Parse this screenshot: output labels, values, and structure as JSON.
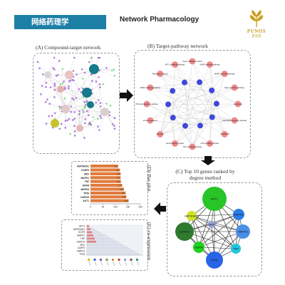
{
  "header": {
    "badge": "网络药理学",
    "title": "Network Pharmacology"
  },
  "logo": {
    "name": "PUNOS",
    "sub": "普诺思"
  },
  "panels": {
    "a_title": "(A) Compound-target network",
    "b_title": "(B) Target-pathway network",
    "c_title": "(C) Top 10 genes ranked by degree method",
    "d_title": "(D) Bar plot",
    "e_title": "(E) co-expression"
  },
  "pathways": [
    "Type II diabetes mellitus",
    "cAMP signaling pathway",
    "MAPK signaling pathway",
    "Rap1 signaling pathway",
    "Apoptosis",
    "Chemokine signaling pathway",
    "Hepatitis B",
    "p53 signaling pathway",
    "TNF signaling pathway",
    "Serotonergic synapse",
    "Measles",
    "Insulin resistance",
    "PI3K-Akt signaling pathway",
    "AMPK signaling pathway",
    "Pathways in cancer",
    "HIF-1 signaling pathway"
  ],
  "genes_c": [
    "AKT1",
    "HSP90AA1",
    "MAPK1",
    "GAPDH",
    "CASP3",
    "MAPK3",
    "EGFR",
    "TNF",
    "TP53"
  ],
  "chart_data": {
    "type": "bar",
    "orientation": "horizontal",
    "categories": [
      "HSP90AA1",
      "CASP3",
      "SRC",
      "MAPK1",
      "TNF",
      "EGFR",
      "MAPK3",
      "TP53",
      "GAPDH",
      "AKT1"
    ],
    "values": [
      111,
      118,
      121,
      121,
      122,
      127,
      134,
      141,
      144,
      153
    ],
    "xticks": [
      "0",
      "50",
      "100",
      "150",
      "200"
    ],
    "xlim": [
      0,
      200
    ],
    "bar_color": "#e07b3c"
  },
  "coexp": {
    "genes": [
      "AKT1",
      "HSP90AA1",
      "EGFR",
      "MAPK1",
      "TNF",
      "GAPDH",
      "SRC",
      "CASP3",
      "MAPK3",
      "TP53"
    ],
    "legend_colors": [
      "#e6b800",
      "#3a5fcd",
      "#7b5fa0",
      "#5aa35a",
      "#d98e2f",
      "#c83c3c",
      "#7fa0c8",
      "#6b4f3a",
      "#3c8c8c"
    ]
  },
  "colors": {
    "accent": "#1e7fa6",
    "gold": "#c9a227",
    "pathway_node": "#f08a8a",
    "gene_node": "#3f48d8"
  }
}
